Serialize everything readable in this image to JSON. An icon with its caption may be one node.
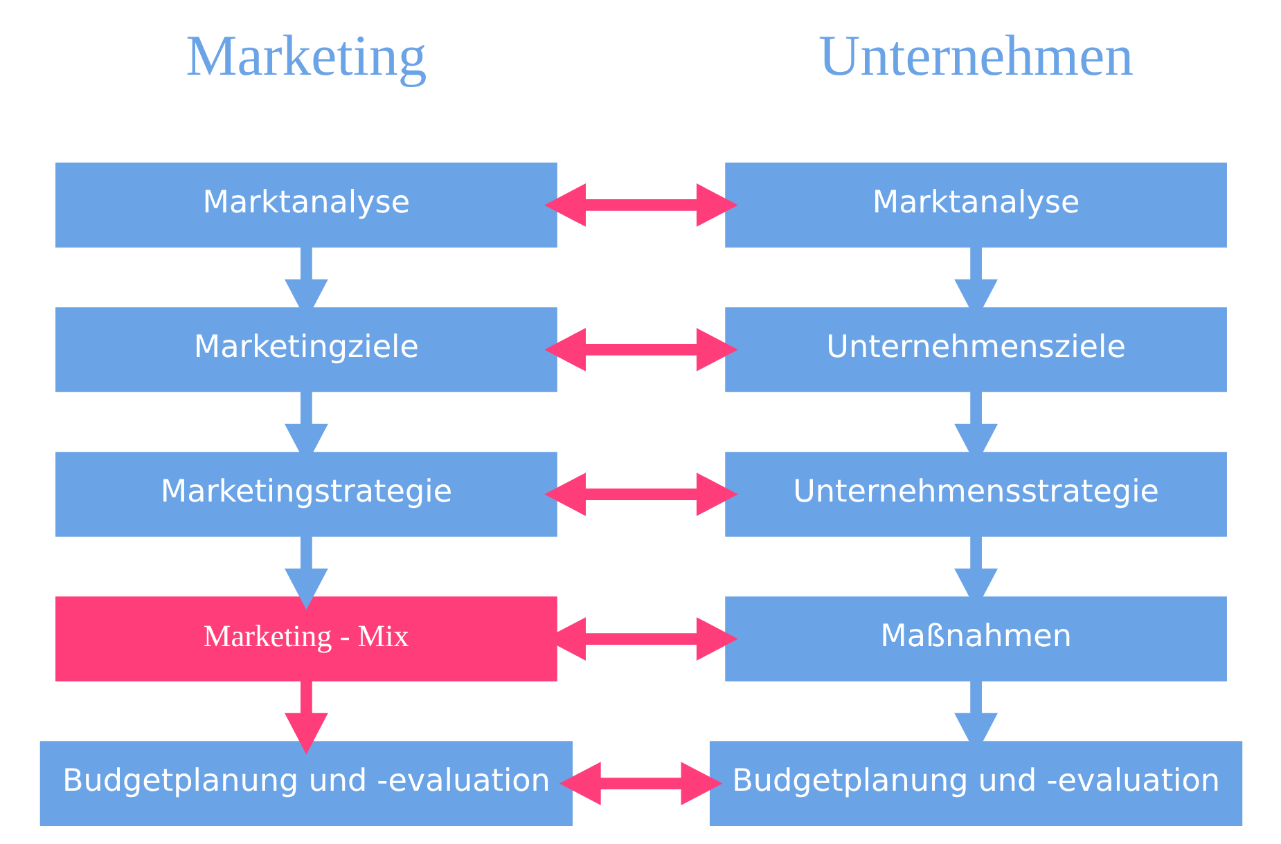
{
  "diagram": {
    "nodes": [
      {
        "text": [
          "Marktanalyse"
        ]
      },
      {
        "text": [
          "Unternehmensziele"
        ]
      },
      {
        "text": [
          "Unternehmensstrategie"
        ]
      },
      {
        "text": [
          "Maßnahmen"
        ]
      },
      {
        "text": [
          "Budgetplanung und -evaluation"
        ]
      },
      {
        "text": [
          "Marktanalyse"
        ]
      },
      {
        "text": [
          "Marketingziele"
        ]
      },
      {
        "text": [
          "Marketingstrategie"
        ]
      },
      {
        "text": [
          "Marketing - Mix"
        ]
      },
      {
        "text": [
          "Budgetplanung und -evaluation"
        ]
      }
    ],
    "edges": [
      {
        "from": 0,
        "to": 1,
        "arrow": "to"
      },
      {
        "from": 1,
        "to": 2,
        "arrow": "to"
      },
      {
        "from": 2,
        "to": 3,
        "arrow": "to"
      },
      {
        "from": 3,
        "to": 4,
        "arrow": "to"
      },
      {
        "from": 5,
        "to": 6,
        "arrow": "to"
      },
      {
        "from": 6,
        "to": 7,
        "arrow": "to"
      },
      {
        "from": 7,
        "to": 8,
        "arrow": "to"
      },
      {
        "from": 8,
        "to": 9,
        "arrow": "to",
        "color": "#ff3d7a"
      },
      {
        "from": 0,
        "to": 5,
        "arrow": "both",
        "color": "#ff3d7a"
      },
      {
        "from": 1,
        "to": 6,
        "arrow": "both",
        "color": "#ff3d7a"
      },
      {
        "from": 2,
        "to": 7,
        "arrow": "both",
        "color": "#ff3d7a"
      },
      {
        "from": 3,
        "to": 8,
        "arrow": "both",
        "color": "#ff3d7a"
      },
      {
        "from": 4,
        "to": 9,
        "arrow": "both",
        "color": "#ff3d7a"
      }
    ],
    "labels": [
      "Unternehmen",
      "Marketing"
    ]
  }
}
